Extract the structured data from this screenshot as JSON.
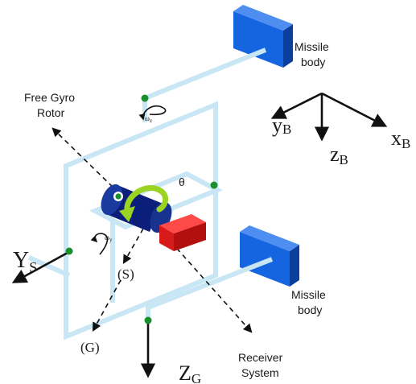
{
  "labels": {
    "missile_body_top": [
      "Missile",
      "body"
    ],
    "missile_body_bottom": [
      "Missile",
      "body"
    ],
    "free_gyro_rotor": [
      "Free Gyro",
      "Rotor"
    ],
    "receiver_system": [
      "Receiver",
      "System"
    ],
    "theta": "θ",
    "omega_z": "ω",
    "omega_z_sub": "z",
    "omega_y": "ω",
    "omega_y_sub": "y",
    "axis_s": "(S)",
    "axis_g": "(G)",
    "ys_main": "Y",
    "ys_sub": "S",
    "zg_main": "Z",
    "zg_sub": "G",
    "yb_main": "y",
    "yb_sub": "B",
    "zb_main": "z",
    "zb_sub": "B",
    "xb_main": "x",
    "xb_sub": "B"
  },
  "colors": {
    "frame": "#c9e6f5",
    "missile_body": "#1565e0",
    "gyro_rotor": "#0b1f7a",
    "receiver": "#d91a1a",
    "pivot": "#1a8f2e",
    "arrow_curl": "#9ad321"
  }
}
